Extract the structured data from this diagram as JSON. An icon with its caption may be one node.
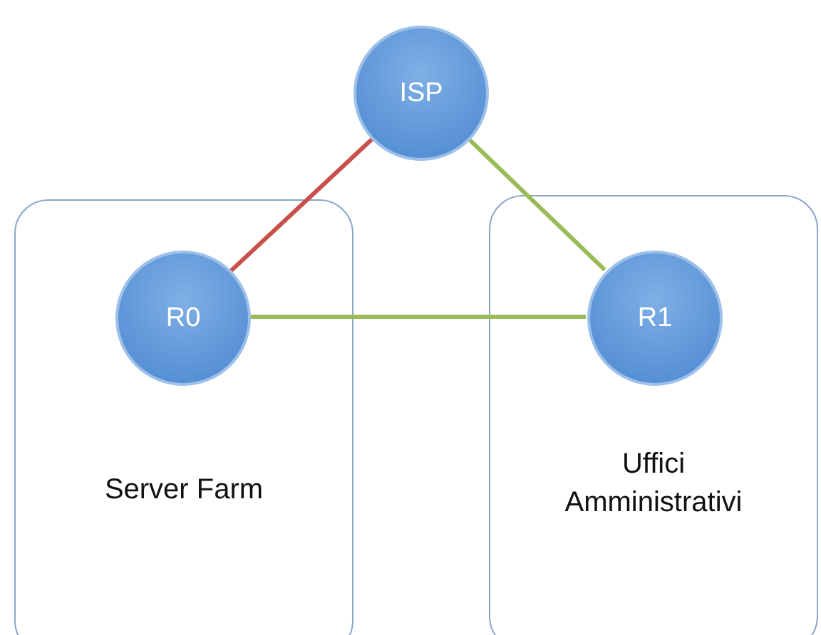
{
  "diagram": {
    "nodes": [
      {
        "text": [
          "ISP"
        ]
      },
      {
        "text": [
          "Server Farm"
        ]
      },
      {
        "text": [
          "R0"
        ],
        "in": 1
      },
      {
        "text": [
          "Uffici Amministrativi"
        ]
      },
      {
        "text": [
          "R1"
        ],
        "in": 3
      }
    ],
    "edges": [
      {
        "from": 0,
        "to": 2,
        "arrow": "none",
        "color": "#c9504a"
      },
      {
        "from": 0,
        "to": 4,
        "arrow": "none"
      },
      {
        "from": 2,
        "to": 4,
        "arrow": "none"
      }
    ]
  }
}
